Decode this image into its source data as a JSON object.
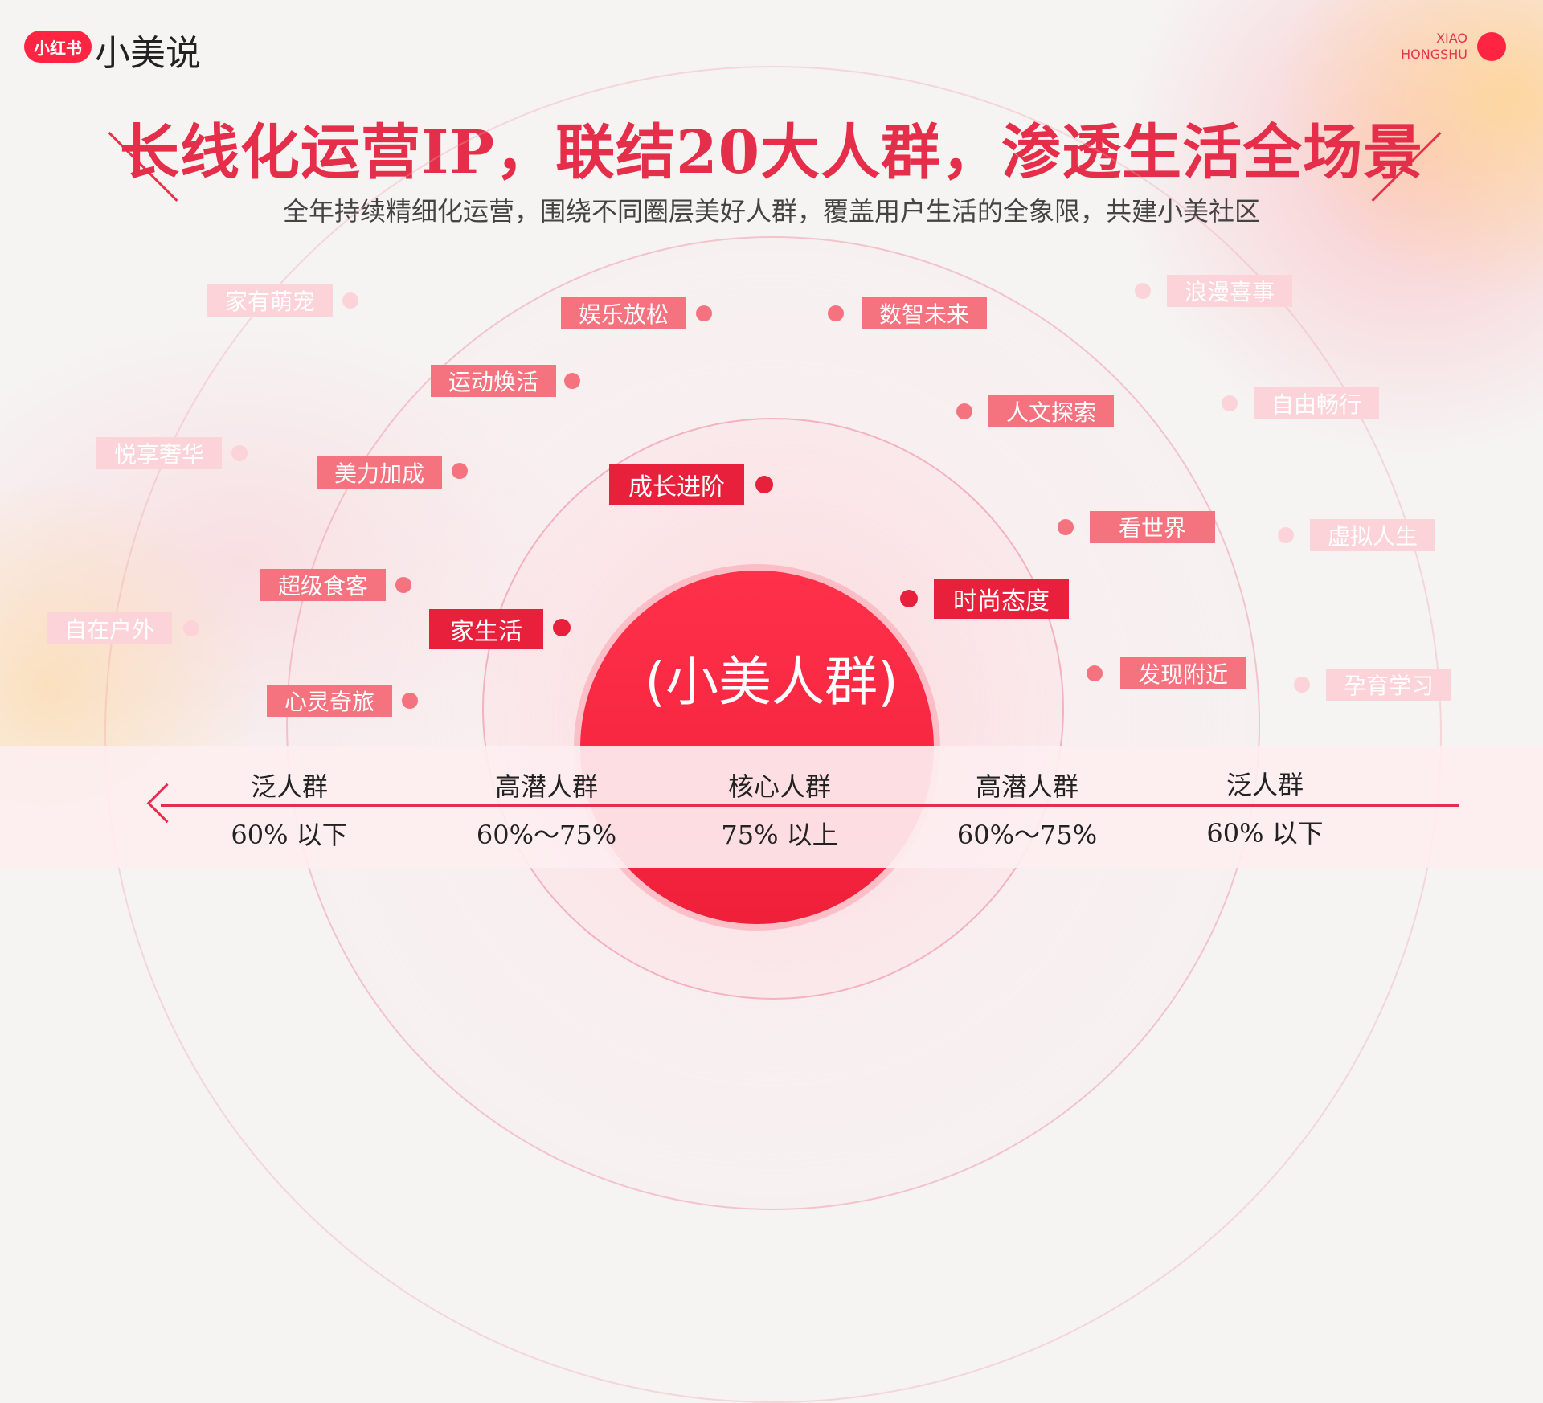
{
  "header": {
    "logo_badge": "小红书",
    "logo_text": "小美说",
    "brand_line1": "XIAO",
    "brand_line2": "HONGSHU",
    "title": "长线化运营IP，联结20大人群，渗透生活全场景",
    "subtitle": "全年持续精细化运营，围绕不同圈层美好人群，覆盖用户生活的全象限，共建小美社区"
  },
  "diagram": {
    "core_label": "(小美人群)",
    "tags": {
      "jiayou_mengchong": "家有萌宠",
      "yule_fangsong": "娱乐放松",
      "shuzhi_weilai": "数智未来",
      "langman_xishi": "浪漫喜事",
      "yundong_huanhuo": "运动焕活",
      "renwen_tansuo": "人文探索",
      "ziyou_changxing": "自由畅行",
      "yuexiang_shehua": "悦享奢华",
      "meili_jiacheng": "美力加成",
      "chengzhang_jinjie": "成长进阶",
      "kan_shijie": "看世界",
      "xuni_rensheng": "虚拟人生",
      "chaoji_shike": "超级食客",
      "shishang_taidu": "时尚态度",
      "zizai_huwai": "自在户外",
      "jia_shenghuo": "家生活",
      "faxian_fujin": "发现附近",
      "yunyu_xuexi": "孕育学习",
      "xinling_qilv": "心灵奇旅"
    }
  },
  "scale": {
    "segments": [
      {
        "name": "泛人群",
        "pct": "60% 以下"
      },
      {
        "name": "高潜人群",
        "pct": "60%～75%"
      },
      {
        "name": "核心人群",
        "pct": "75% 以上"
      },
      {
        "name": "高潜人群",
        "pct": "60%～75%"
      },
      {
        "name": "泛人群",
        "pct": "60% 以下"
      }
    ]
  },
  "colors": {
    "brand_red": "#ff2442",
    "title_red": "#e52e4a",
    "inner_tag": "#e8203c",
    "mid_tag": "#f0455d",
    "outer_tag": "#f5727f",
    "far_tag": "#fcd3d8"
  }
}
